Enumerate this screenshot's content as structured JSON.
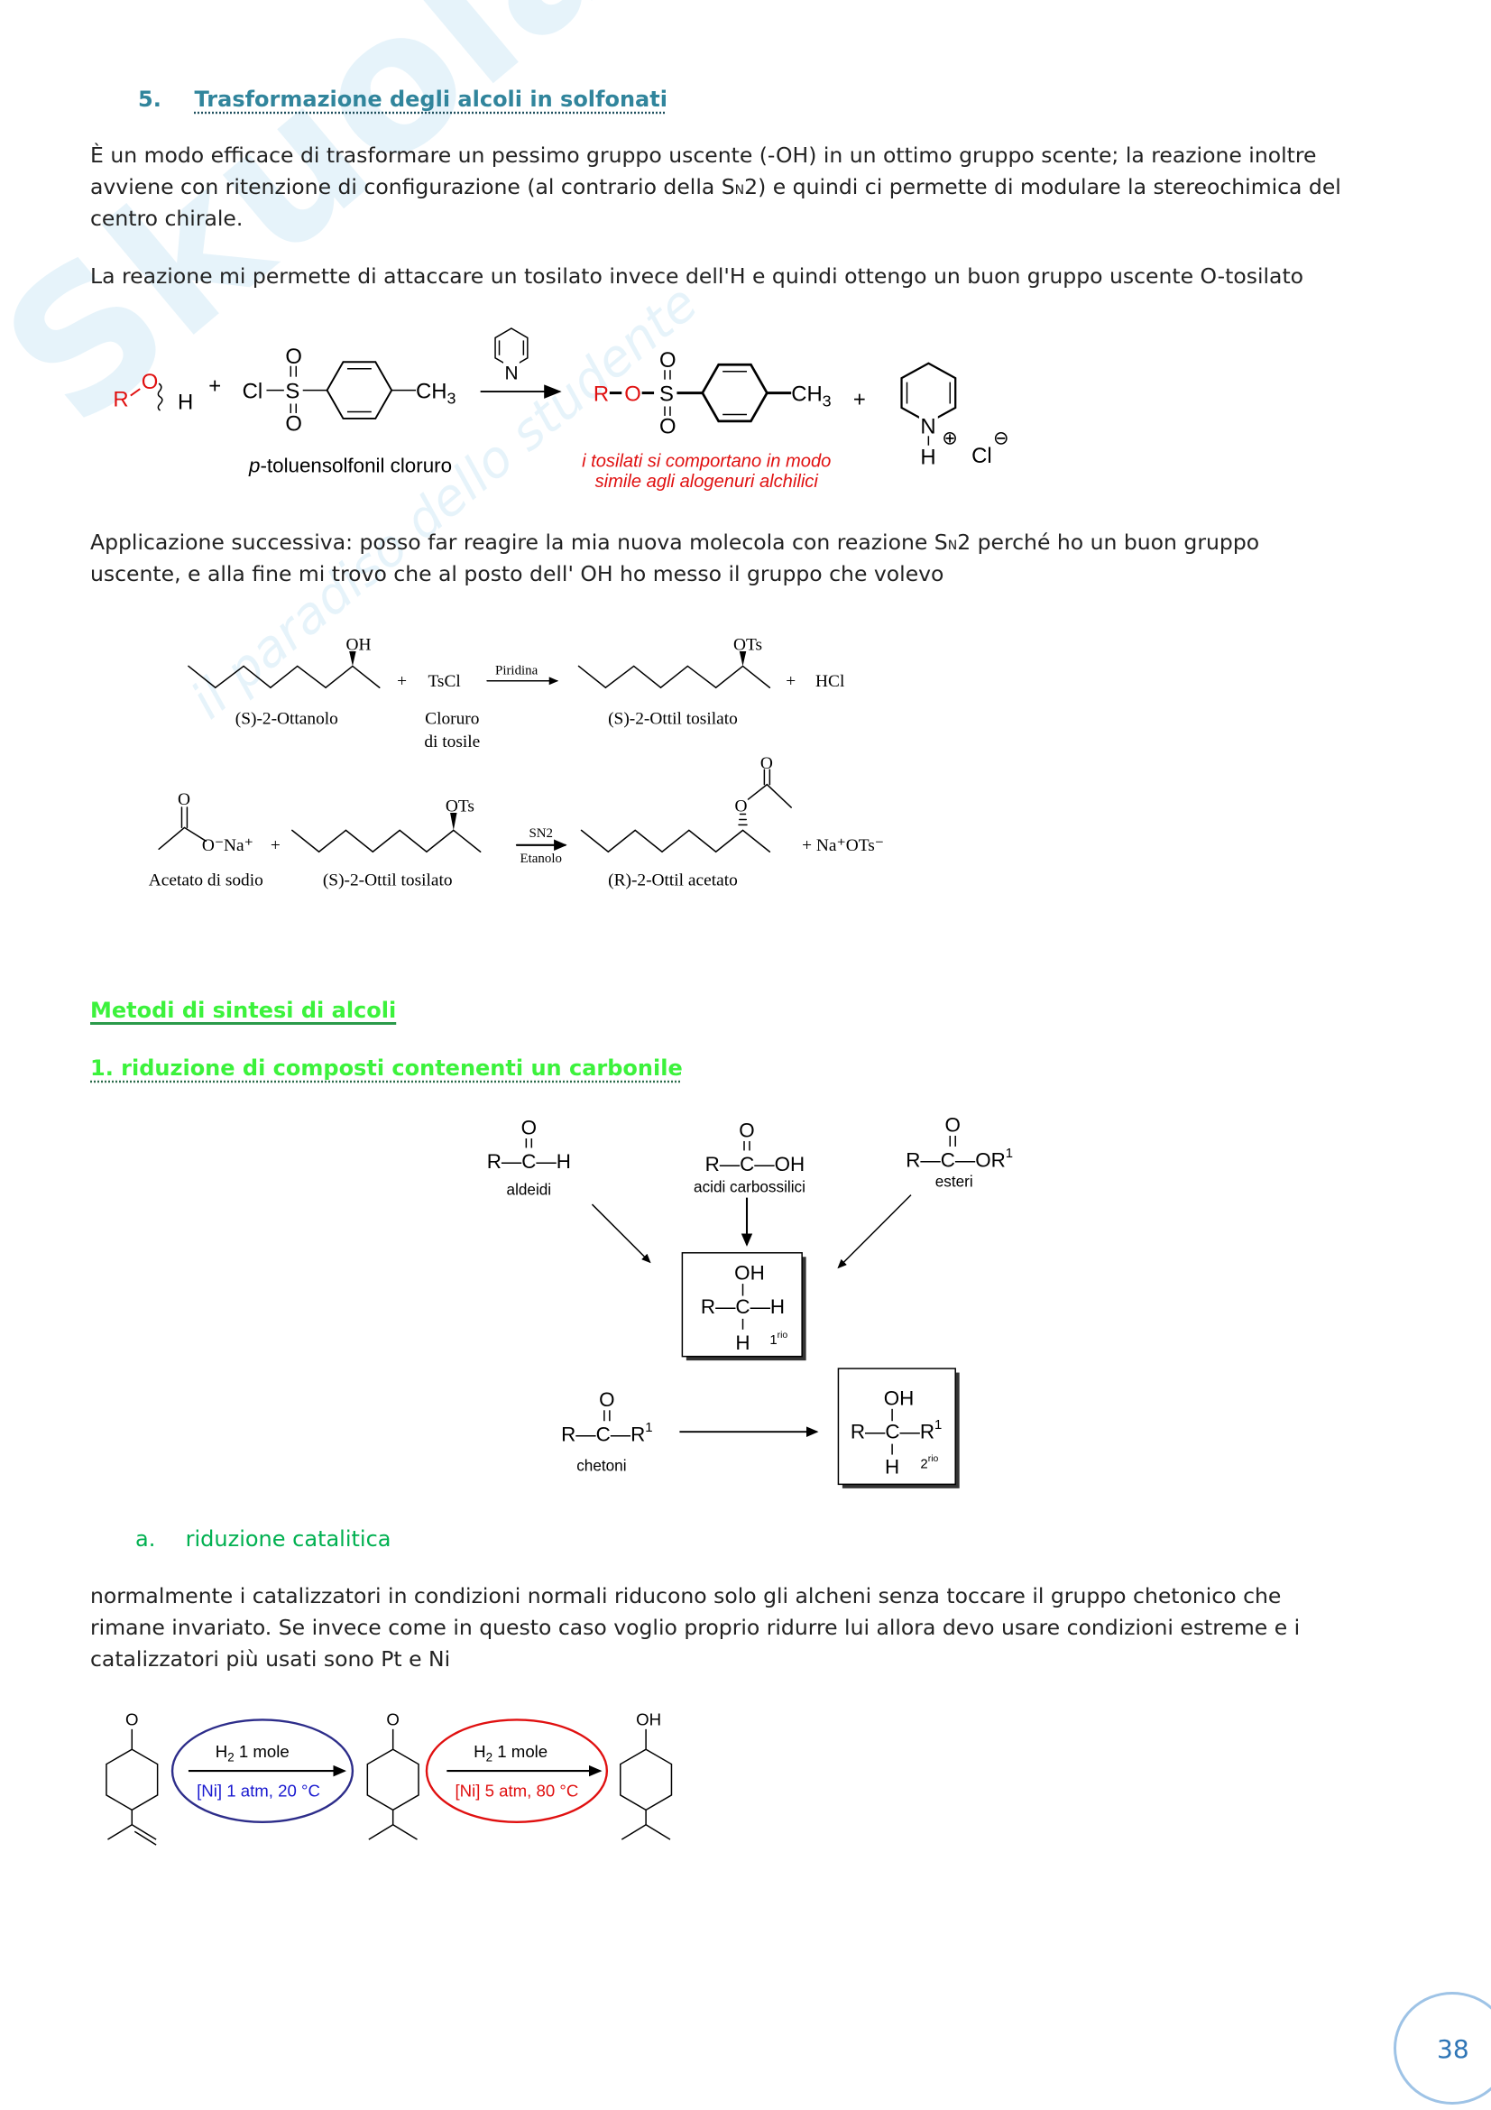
{
  "watermark": {
    "logo": "Skuola.net",
    "tagline": "il paradiso dello studente"
  },
  "section5": {
    "number": "5.",
    "title": "Trasformazione degli alcoli in solfonati"
  },
  "para1": [
    "È un modo efficace di trasformare un pessimo gruppo uscente (-OH) in un ottimo gruppo scente; la reazione inoltre",
    "avviene con ritenzione di configurazione (al contrario della S",
    "2) e quindi ci permette di modulare la stereochimica del",
    "centro chirale."
  ],
  "para1_sub": "N",
  "para2": "La reazione mi permette di attaccare un tosilato invece dell'H e quindi ottengo un buon gruppo uscente O-tosilato",
  "scheme1": {
    "R": "R",
    "O": "O",
    "H": "H",
    "plus": "+",
    "Cl": "Cl",
    "S": "S",
    "CH": "CH",
    "three": "3",
    "N": "N",
    "reagent_label_prefix": "p",
    "reagent_label": "-toluensolfonil cloruro",
    "note_line1": "i tosilati si comportano in modo",
    "note_line2": "simile agli alogenuri alchilici",
    "plus_charge": "⊕",
    "minus_charge": "⊖"
  },
  "para3": [
    "Applicazione successiva: posso far reagire la mia nuova molecola con reazione  S",
    "2 perché ho un buon gruppo",
    "uscente, e alla fine mi trovo che al posto dell' OH ho messo il gruppo che volevo"
  ],
  "para3_sub": "N",
  "scheme2": {
    "OH": "OH",
    "plus": "+",
    "TsCl": "TsCl",
    "piridina": "Piridina",
    "OTs": "OTs",
    "HCl": "HCl",
    "label_ottanolo": "(S)-2-Ottanolo",
    "label_cloruro1": "Cloruro",
    "label_cloruro2": "di tosile",
    "label_tosilato": "(S)-2-Ottil tosilato",
    "O": "O",
    "ONa": "O⁻Na⁺",
    "sn2": "SN2",
    "etanolo": "Etanolo",
    "naots": "+ Na⁺OTs⁻",
    "label_acetato_sodio": "Acetato di sodio",
    "label_tosilato2": "(S)-2-Ottil tosilato",
    "label_ottil_acetato": "(R)-2-Ottil acetato"
  },
  "section_methods": {
    "title": "Metodi di sintesi di alcoli"
  },
  "subsection1": {
    "title": "1. riduzione di composti contenenti un carbonile"
  },
  "scheme3": {
    "aldeidi": "R—C—H",
    "aldeidi_label": "aldeidi",
    "acidi": "R—C—OH",
    "acidi_label": "acidi carbossilici",
    "esteri": "R—C—OR",
    "esteri_label": "esteri",
    "O": "O",
    "one": "1",
    "prim_OH": "OH",
    "prim_mid": "R—C—H",
    "prim_H": "H",
    "prim_deg": "1",
    "prim_sup": "rio",
    "chetoni": "R—C—R",
    "chetoni_label": "chetoni",
    "sec_OH": "OH",
    "sec_mid": "R—C—R",
    "sec_H": "H",
    "sec_deg": "2",
    "sec_sup": "rio"
  },
  "subsection_a": {
    "letter": "a.",
    "title": "riduzione catalitica"
  },
  "para4": [
    "normalmente i catalizzatori in condizioni normali riducono solo gli alcheni senza toccare il gruppo chetonico che",
    "rimane invariato. Se invece come in questo caso voglio proprio ridurre lui allora devo usare condizioni estreme e i",
    "catalizzatori più usati sono Pt e Ni"
  ],
  "scheme4": {
    "O": "O",
    "OH": "OH",
    "step1_top": "H",
    "step1_top_sub": "2",
    "step1_top_rest": " 1 mole",
    "step1_bottom": "[Ni] 1 atm, 20 °C",
    "step2_top": "H",
    "step2_top_sub": "2",
    "step2_top_rest": " 1 mole",
    "step2_bottom": "[Ni] 5 atm, 80 °C",
    "color_mild": "#1a1ad0",
    "color_harsh": "#e01010"
  },
  "page_number": "38"
}
